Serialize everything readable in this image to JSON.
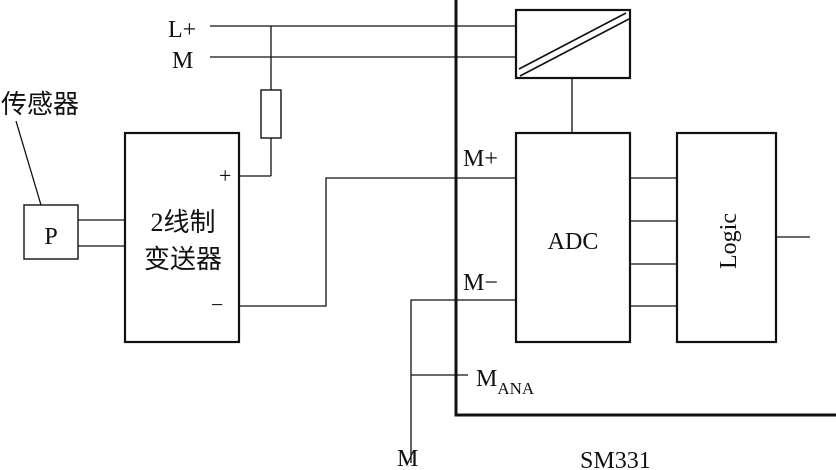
{
  "supply": {
    "l_plus": "L+",
    "m": "M"
  },
  "sensor": {
    "title": "传感器",
    "symbol": "P"
  },
  "transmitter": {
    "line1": "2线制",
    "line2": "变送器",
    "plus": "+",
    "minus": "−"
  },
  "module": {
    "name": "SM331",
    "m_plus": "M+",
    "m_minus": "M−",
    "m_ana_main": "M",
    "m_ana_sub": "ANA",
    "adc": "ADC",
    "logic": "Logic"
  },
  "ground": {
    "m": "M"
  }
}
